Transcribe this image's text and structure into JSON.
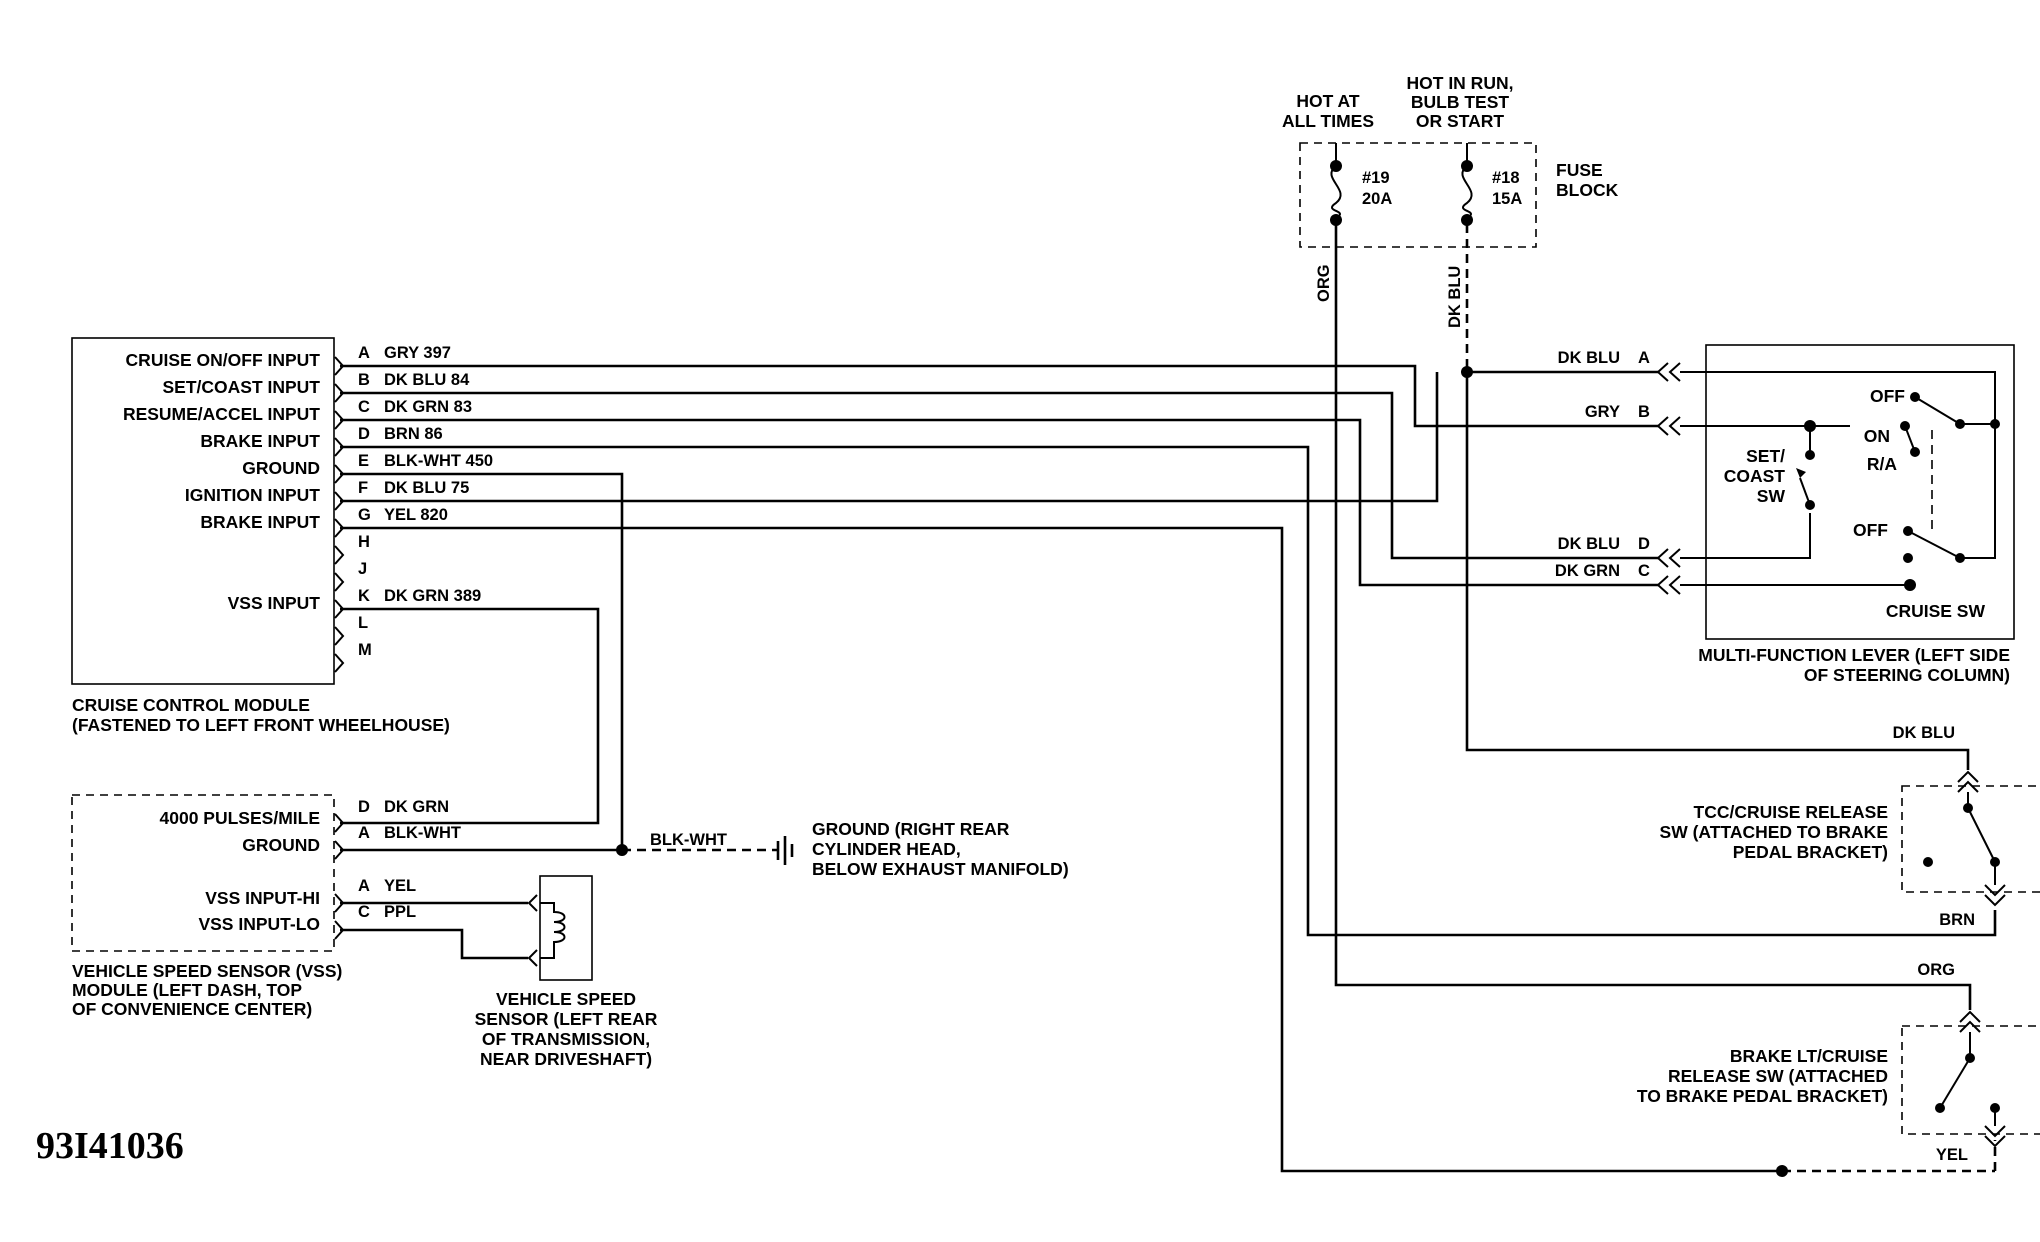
{
  "cruise_module": {
    "caption": [
      "CRUISE CONTROL MODULE",
      "(FASTENED TO LEFT FRONT WHEELHOUSE)"
    ],
    "pins": [
      {
        "pin": "A",
        "label": "CRUISE ON/OFF INPUT",
        "wire": "GRY 397"
      },
      {
        "pin": "B",
        "label": "SET/COAST INPUT",
        "wire": "DK BLU 84"
      },
      {
        "pin": "C",
        "label": "RESUME/ACCEL INPUT",
        "wire": "DK GRN 83"
      },
      {
        "pin": "D",
        "label": "BRAKE INPUT",
        "wire": "BRN 86"
      },
      {
        "pin": "E",
        "label": "GROUND",
        "wire": "BLK-WHT 450"
      },
      {
        "pin": "F",
        "label": "IGNITION INPUT",
        "wire": "DK BLU 75"
      },
      {
        "pin": "G",
        "label": "BRAKE INPUT",
        "wire": "YEL 820"
      },
      {
        "pin": "H",
        "label": "",
        "wire": ""
      },
      {
        "pin": "J",
        "label": "",
        "wire": ""
      },
      {
        "pin": "K",
        "label": "VSS INPUT",
        "wire": "DK GRN 389"
      },
      {
        "pin": "L",
        "label": "",
        "wire": ""
      },
      {
        "pin": "M",
        "label": "",
        "wire": ""
      }
    ]
  },
  "vss_module": {
    "caption": [
      "VEHICLE SPEED SENSOR (VSS)",
      "MODULE (LEFT DASH, TOP",
      "OF CONVENIENCE CENTER)"
    ],
    "pins": [
      {
        "pin": "D",
        "label": "4000 PULSES/MILE",
        "wire": "DK GRN"
      },
      {
        "pin": "A",
        "label": "GROUND",
        "wire": "BLK-WHT"
      },
      {
        "pin": "A",
        "label": "VSS INPUT-HI",
        "wire": "YEL"
      },
      {
        "pin": "C",
        "label": "VSS INPUT-LO",
        "wire": "PPL"
      }
    ]
  },
  "ground_wire": "BLK-WHT",
  "ground_caption": [
    "GROUND (RIGHT REAR",
    "CYLINDER HEAD,",
    "BELOW EXHAUST MANIFOLD)"
  ],
  "speed_sensor_caption": [
    "VEHICLE SPEED",
    "SENSOR (LEFT REAR",
    "OF TRANSMISSION,",
    "NEAR DRIVESHAFT)"
  ],
  "fuse_block": {
    "title": [
      "FUSE",
      "BLOCK"
    ],
    "hot_at_all_times": [
      "HOT AT",
      "ALL TIMES"
    ],
    "hot_in_run": [
      "HOT IN RUN,",
      "BULB TEST",
      "OR START"
    ],
    "fuse19": [
      "#19",
      "20A"
    ],
    "fuse18": [
      "#18",
      "15A"
    ],
    "org_wire": "ORG",
    "dkblu_wire": "DK BLU"
  },
  "multifunction": {
    "caption": [
      "MULTI-FUNCTION LEVER (LEFT SIDE",
      "OF STEERING COLUMN)"
    ],
    "conn_a": {
      "wire": "DK BLU",
      "pin": "A"
    },
    "conn_b": {
      "wire": "GRY",
      "pin": "B"
    },
    "conn_d": {
      "wire": "DK BLU",
      "pin": "D"
    },
    "conn_c": {
      "wire": "DK GRN",
      "pin": "C"
    },
    "off1": "OFF",
    "on": "ON",
    "ra": "R/A",
    "off2": "OFF",
    "set_coast": [
      "SET/",
      "COAST",
      "SW"
    ],
    "cruise_sw": "CRUISE SW"
  },
  "tcc_switch": {
    "caption": [
      "TCC/CRUISE RELEASE",
      "SW (ATTACHED TO BRAKE",
      "PEDAL BRACKET)"
    ],
    "wire_in": "DK BLU",
    "wire_out": "BRN"
  },
  "brake_switch": {
    "caption": [
      "BRAKE LT/CRUISE",
      "RELEASE SW (ATTACHED",
      "TO BRAKE PEDAL BRACKET)"
    ],
    "wire_in": "ORG",
    "wire_out": "YEL"
  },
  "figure_id": "93I41036"
}
